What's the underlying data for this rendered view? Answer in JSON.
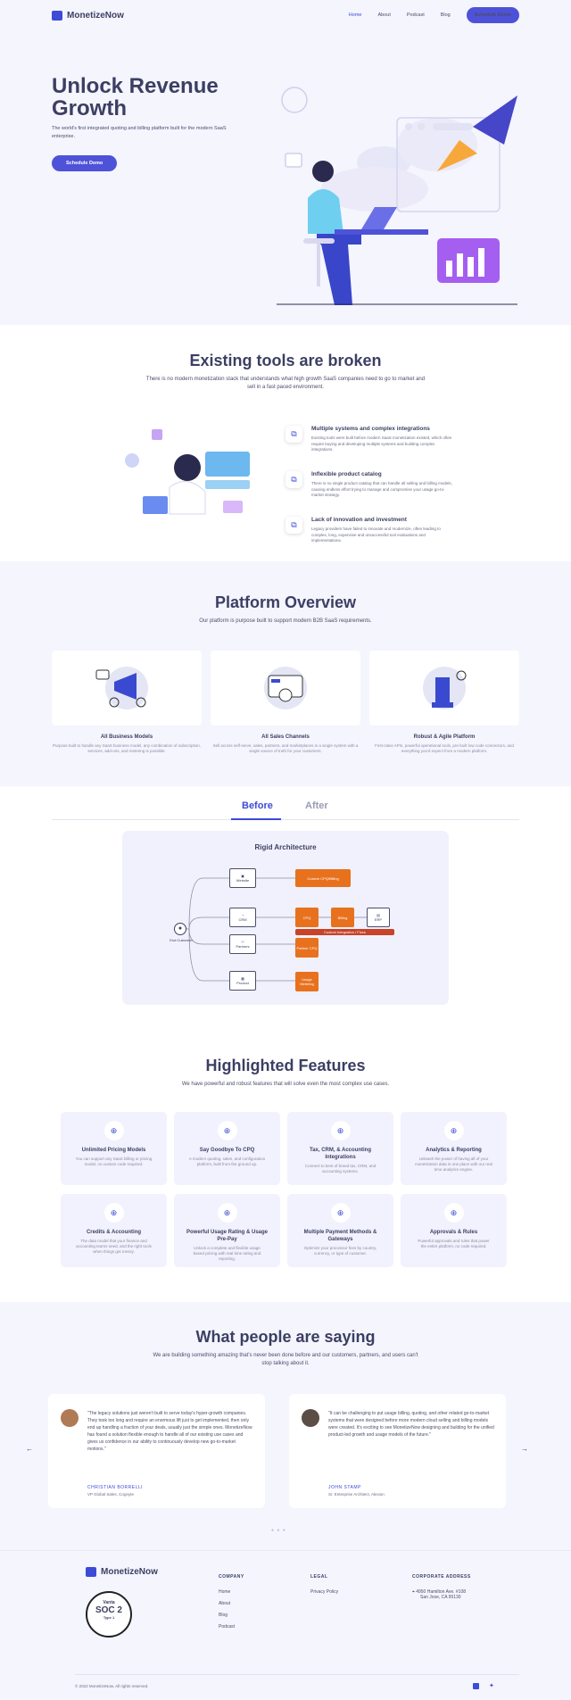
{
  "nav": {
    "brand": "MonetizeNow",
    "links": [
      "Home",
      "About",
      "Podcast",
      "Blog"
    ],
    "cta": "Schedule Demo"
  },
  "hero": {
    "title": "Unlock Revenue Growth",
    "subtitle": "The world's first integrated quoting and billing platform built for the modern SaaS enterprise.",
    "cta": "Schedule Demo"
  },
  "tools": {
    "title": "Existing tools are broken",
    "subtitle": "There is no modern monetization stack that understands what high growth SaaS companies need to go to market and sell in a fast paced environment.",
    "items": [
      {
        "title": "Multiple systems and complex integrations",
        "text": "Existing tools were built before modern SaaS monetization existed, which often require buying and developing multiple systems and building complex integrations."
      },
      {
        "title": "Inflexible product catalog",
        "text": "There is no single product catalog that can handle all selling and billing models, causing endless effort trying to manage and compromise your usage go-to-market strategy."
      },
      {
        "title": "Lack of innovation and investment",
        "text": "Legacy providers have failed to innovate and modernize, often leading to complex, long, expensive and unsuccessful tool evaluations and implementations."
      }
    ]
  },
  "overview": {
    "title": "Platform Overview",
    "subtitle": "Our platform is purpose built to support modern B2B SaaS requirements.",
    "cards": [
      {
        "title": "All Business Models",
        "text": "Purpose built to handle any SaaS business model, any combination of subscription, services, add-ons, and metering is possible."
      },
      {
        "title": "All Sales Channels",
        "text": "Sell across self-serve, sales, partners, and marketplaces in a single system with a single source of truth for your customers."
      },
      {
        "title": "Robust & Agile Platform",
        "text": "First-class APIs, powerful operational tools, pre-built low code connectors, and everything you'd expect from a modern platform."
      }
    ]
  },
  "ba": {
    "tabs": [
      "Before",
      "After"
    ],
    "arch_title": "Rigid Architecture",
    "customer": "End Customer",
    "nodes": [
      "Website",
      "CRM",
      "Partners",
      "Product"
    ],
    "orange": [
      "Custom CPQ/Billing",
      "CPQ",
      "Billing",
      "Partner CPQ",
      "Usage Metering"
    ],
    "erp": "ERP",
    "integration": "Custom Integration / Fixes"
  },
  "features": {
    "title": "Highlighted Features",
    "subtitle": "We have powerful and robust features that will solve even the most complex use cases.",
    "cards": [
      {
        "title": "Unlimited Pricing Models",
        "text": "You can support any SaaS billing or pricing model, no custom code required."
      },
      {
        "title": "Say Goodbye To CPQ",
        "text": "A modern quoting, sales, and configuration platform, built from the ground up."
      },
      {
        "title": "Tax, CRM, & Accounting Integrations",
        "text": "Connect to best of breed tax, CRM, and accounting systems."
      },
      {
        "title": "Analytics & Reporting",
        "text": "Unleash the power of having all of your monetization data in one place with our real time analytics engine."
      },
      {
        "title": "Credits & Accounting",
        "text": "The data model that your finance and accounting teams need, and the right tools when things get messy."
      },
      {
        "title": "Powerful Usage Rating & Usage Pre-Pay",
        "text": "Unlock a complete and flexible usage based pricing with real time rating and reporting."
      },
      {
        "title": "Multiple Payment Methods & Gateways",
        "text": "Optimize your processor fees by country, currency, or type of customer."
      },
      {
        "title": "Approvals & Rules",
        "text": "Powerful approvals and rules that power the entire platform, no code required."
      }
    ]
  },
  "testimonials": {
    "title": "What people are saying",
    "subtitle": "We are building something amazing that's never been done before and our customers, partners, and users can't stop talking about it.",
    "items": [
      {
        "quote": "\"The legacy solutions just weren't built to serve today's hyper-growth companies. They took too long and require an enormous lift just to get implemented, then only end up handling a fraction of your deals, usually just the simple ones. MonetizeNow has found a solution flexible enough to handle all of our existing use cases and gives us confidence in our ability to continuously develop new go-to-market motions.\"",
        "name": "CHRISTIAN BORRELLI",
        "role": "VP Global Sales, Cognyte"
      },
      {
        "quote": "\"It can be challenging to put usage billing, quoting, and other related go-to-market systems that were designed before more modern cloud selling and billing models were created. It's exciting to see MonetizeNow designing and building for the unified product-led growth and usage models of the future.\"",
        "name": "JOHN STAMP",
        "role": "Sr. Enterprise Architect, Alexion"
      }
    ]
  },
  "footer": {
    "brand": "MonetizeNow",
    "badge_top": "Vanta",
    "badge": "SOC 2",
    "badge_sub": "Type 1",
    "company": {
      "title": "COMPANY",
      "links": [
        "Home",
        "About",
        "Blog",
        "Podcast"
      ]
    },
    "legal": {
      "title": "LEGAL",
      "links": [
        "Privacy Policy"
      ]
    },
    "address": {
      "title": "CORPORATE ADDRESS",
      "line1": "4950 Hamilton Ave. #108",
      "line2": "San Jose, CA 95130"
    },
    "copyright": "© 2022 MonetizeNow. All rights reserved."
  },
  "colors": {
    "primary": "#4e52d8",
    "text": "#3c3f63",
    "orange": "#e8711e",
    "bg": "#f4f5fd"
  }
}
